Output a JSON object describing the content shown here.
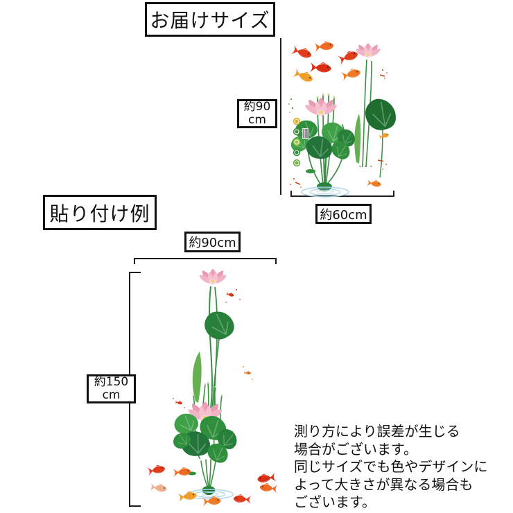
{
  "sections": {
    "delivery": {
      "title": "お届けサイズ",
      "height_value": "約90",
      "height_unit": "cm",
      "width_label": "約60cm"
    },
    "example": {
      "title": "貼り付け例",
      "width_label": "約90cm",
      "height_value": "約150",
      "height_unit": "cm"
    }
  },
  "note": {
    "lines": [
      "測り方により誤差が生じる",
      "場合がございます。",
      "同じサイズでも色やデザインに",
      "よって大きさが異なる場合も",
      "ございます。"
    ]
  },
  "icons": {
    "product_sheet": "lotus-koi-sticker-sheet-illustration",
    "example": "lotus-koi-wall-application-illustration"
  },
  "colors": {
    "background": "#ffffff",
    "line": "#1c1c1c",
    "box_border": "#111111",
    "koi_red": "#e03c1c",
    "koi_orange": "#ee6a22",
    "koi_gold": "#f09c28",
    "lotus_pink": "#f6c2d0",
    "lotus_pink_deep": "#e89cb2",
    "leaf_green": "#2f8f3c",
    "leaf_green_dark": "#1f6e2f",
    "stem_green": "#3c8f44",
    "ripple_blue": "#a8d4e6"
  }
}
